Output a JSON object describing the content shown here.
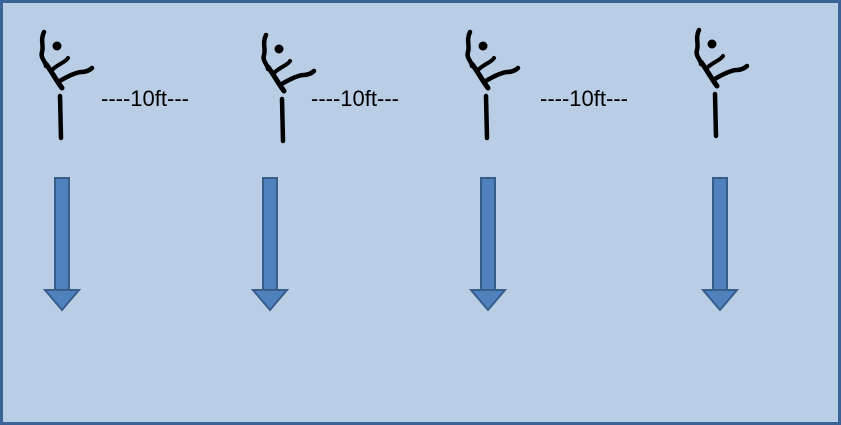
{
  "diagram": {
    "background_color": "#b9cde5",
    "border_color": "#3a6496",
    "arrow_fill_color": "#4f81bd",
    "arrow_stroke_color": "#385d8a",
    "figure_color": "#000000",
    "figures": [
      {
        "icon": "kicking-dancer-icon"
      },
      {
        "icon": "kicking-dancer-icon"
      },
      {
        "icon": "kicking-dancer-icon"
      },
      {
        "icon": "kicking-dancer-icon"
      }
    ],
    "spacing_labels": [
      {
        "text": "----10ft---"
      },
      {
        "text": "----10ft---"
      },
      {
        "text": "----10ft---"
      }
    ],
    "arrows": [
      {
        "icon": "down-arrow-icon"
      },
      {
        "icon": "down-arrow-icon"
      },
      {
        "icon": "down-arrow-icon"
      },
      {
        "icon": "down-arrow-icon"
      }
    ]
  }
}
